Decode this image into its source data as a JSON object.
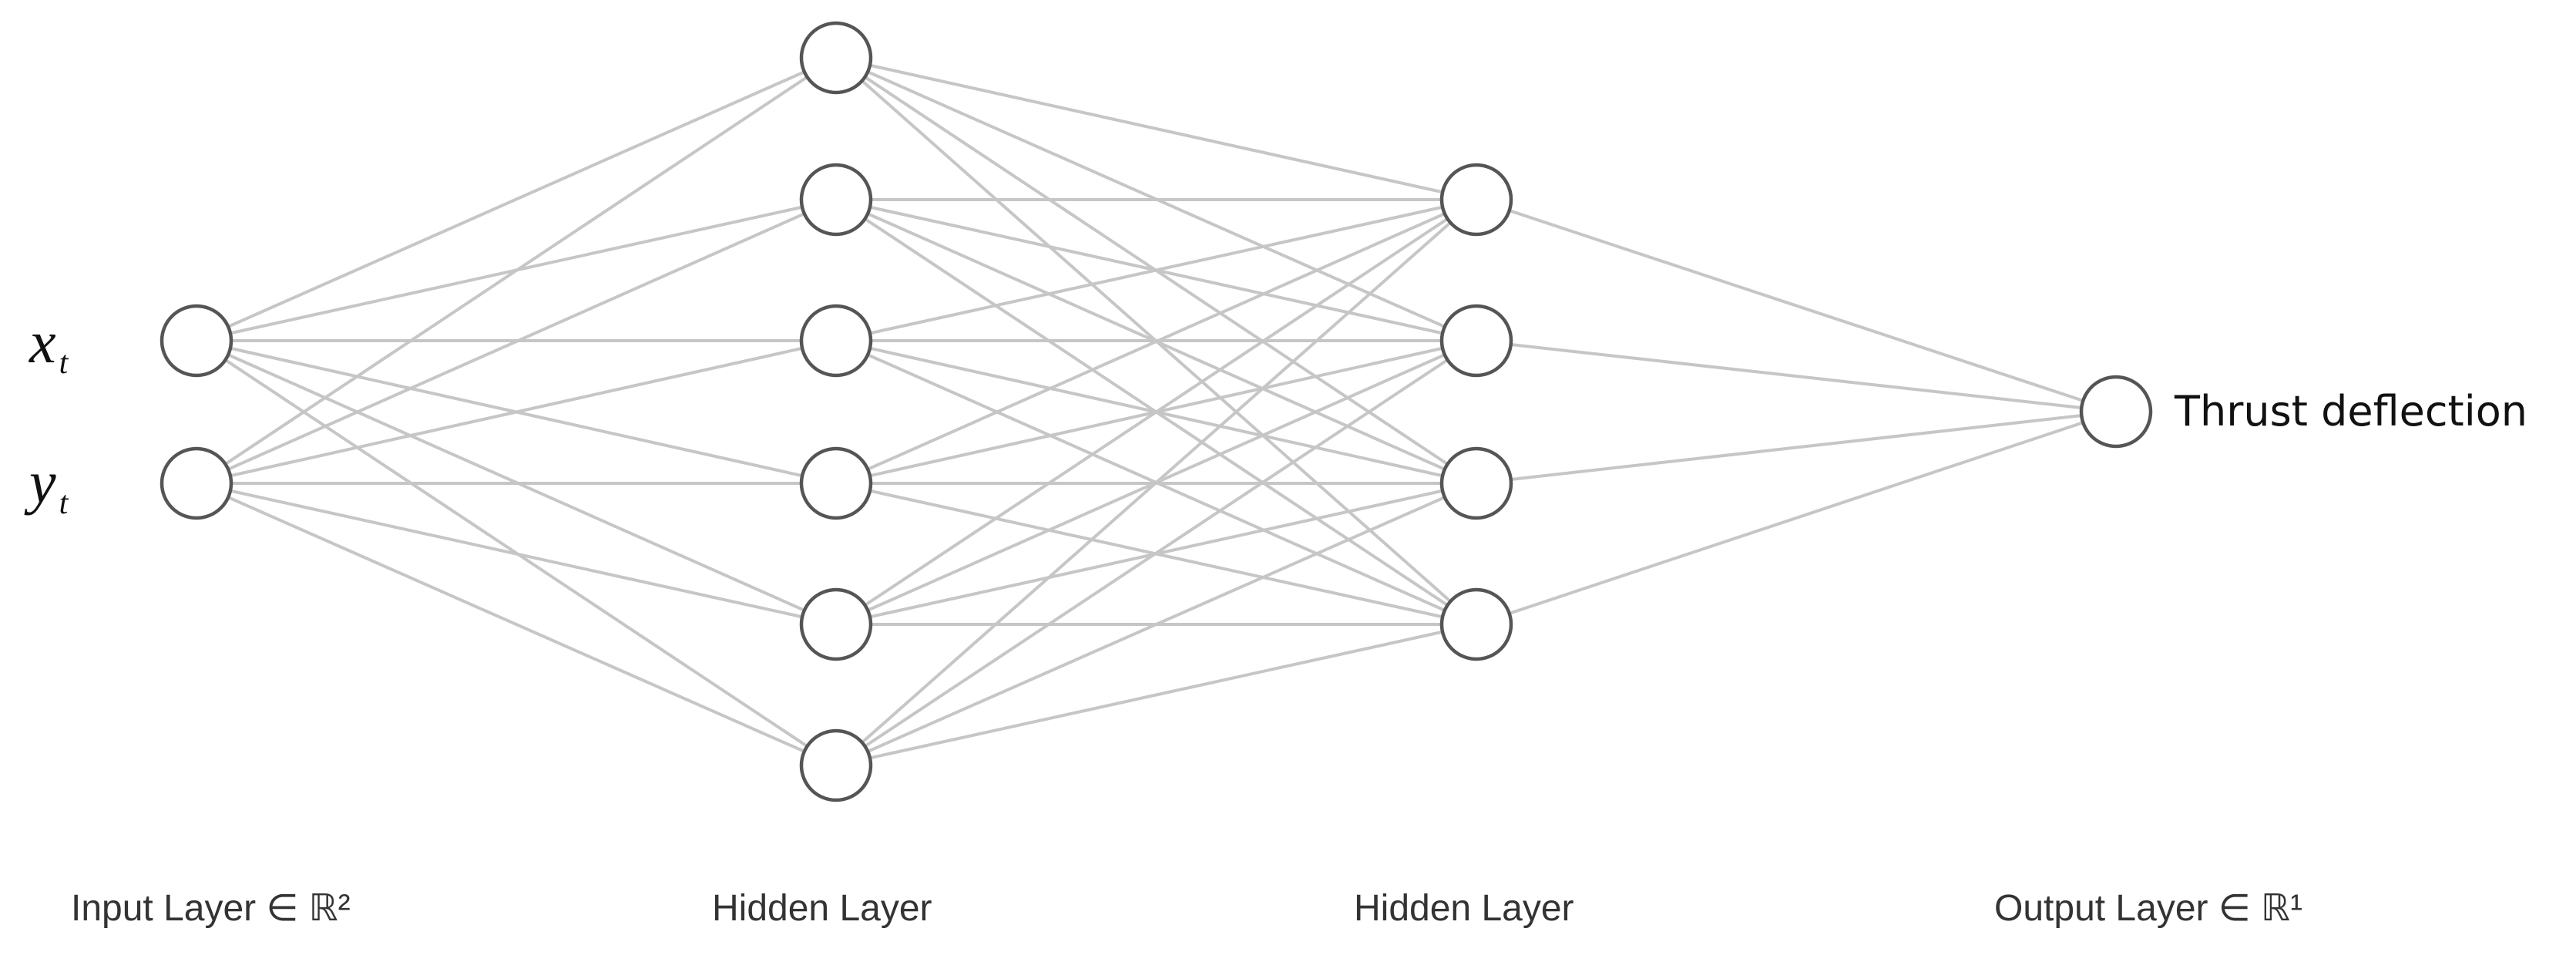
{
  "diagram": {
    "type": "neural-network",
    "inputs": [
      {
        "symbol": "x",
        "subscript": "t"
      },
      {
        "symbol": "y",
        "subscript": "t"
      }
    ],
    "output_label": "Thrust deflection",
    "layer_labels": [
      "Input Layer ∈ ℝ²",
      "Hidden Layer",
      "Hidden Layer",
      "Output Layer ∈ ℝ¹"
    ],
    "layers": [
      {
        "name": "input",
        "nodes": 2
      },
      {
        "name": "hidden-1",
        "nodes": 6
      },
      {
        "name": "hidden-2",
        "nodes": 4
      },
      {
        "name": "output",
        "nodes": 1
      }
    ],
    "connectivity": "fully-connected",
    "colors": {
      "edge": "#c6c6c6",
      "node_stroke": "#555555",
      "node_fill": "#ffffff",
      "text": "#333333"
    }
  }
}
